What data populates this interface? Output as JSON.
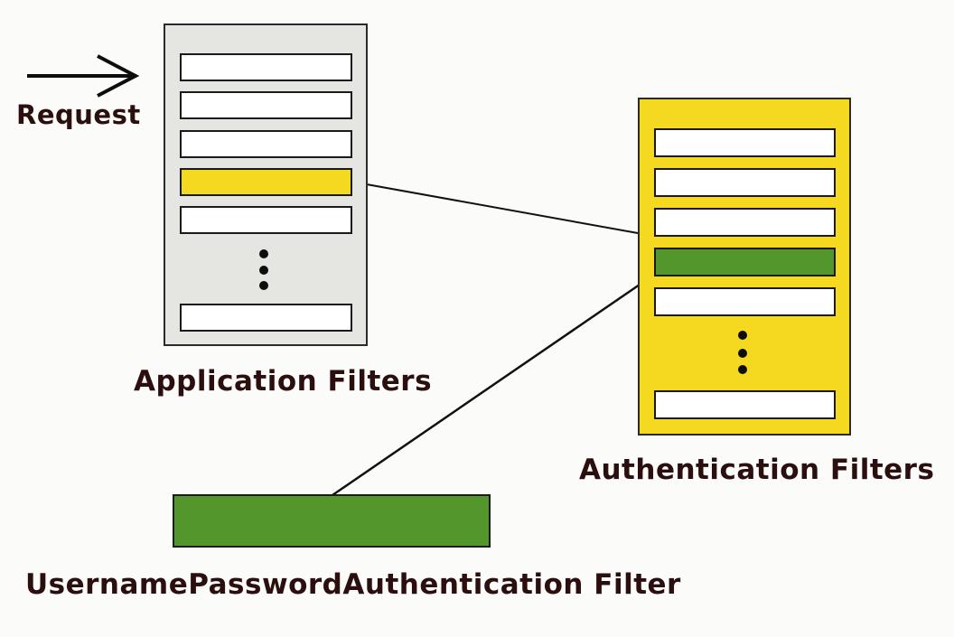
{
  "labels": {
    "request": "Request",
    "application_filters": "Application Filters",
    "authentication_filters": "Authentication Filters",
    "username_password_filter": "UsernamePasswordAuthentication Filter"
  },
  "colors": {
    "background": "#fbfbf9",
    "application_panel": "#e5e5e1",
    "authentication_panel": "#f5d820",
    "highlight_yellow": "#f5d820",
    "highlight_green": "#53962c",
    "filter_white": "#ffffff",
    "stroke": "#111111",
    "label_text": "#2b0f0f"
  },
  "application_filters": {
    "slot_count": 6,
    "highlighted_slot": 4,
    "has_ellipsis": true
  },
  "authentication_filters": {
    "slot_count": 6,
    "highlighted_slot": 4,
    "has_ellipsis": true
  },
  "icons": {
    "request_arrow": "right-arrow-icon",
    "ellipsis": "vertical-ellipsis-icon"
  }
}
